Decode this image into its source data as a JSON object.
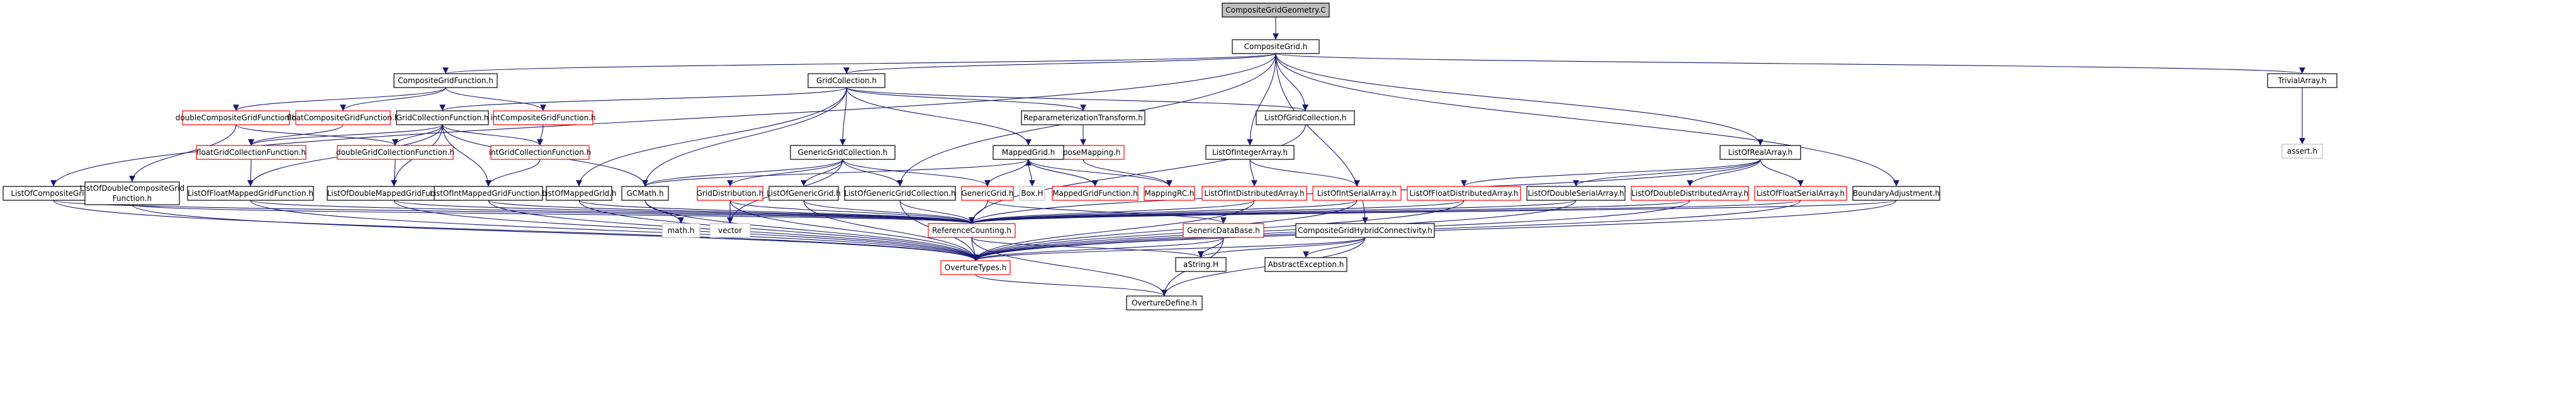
{
  "colors": {
    "background": "#ffffff",
    "edge": "#191970",
    "node_fill": "#ffffff",
    "root_fill": "#bfbfbf",
    "border_black": "#000000",
    "border_red": "#ff0000",
    "border_grey": "#bfbfbf",
    "text": "#000000"
  },
  "nodes": [
    {
      "id": "CompositeGridGeometry_C",
      "label": "CompositeGridGeometry.C",
      "style": "root"
    },
    {
      "id": "CompositeGrid_h",
      "label": "CompositeGrid.h",
      "style": "black"
    },
    {
      "id": "CompositeGridFunction_h",
      "label": "CompositeGridFunction.h",
      "style": "black"
    },
    {
      "id": "GridCollection_h",
      "label": "GridCollection.h",
      "style": "black"
    },
    {
      "id": "TrivialArray_h",
      "label": "TrivialArray.h",
      "style": "black"
    },
    {
      "id": "doubleCompositeGridFunction_h",
      "label": "doubleCompositeGridFunction.h",
      "style": "red"
    },
    {
      "id": "floatCompositeGridFunction_h",
      "label": "floatCompositeGridFunction.h",
      "style": "red"
    },
    {
      "id": "intCompositeGridFunction_h",
      "label": "intCompositeGridFunction.h",
      "style": "red"
    },
    {
      "id": "GridCollectionFunction_h",
      "label": "GridCollectionFunction.h",
      "style": "black"
    },
    {
      "id": "ReparameterizationTransform_h",
      "label": "ReparameterizationTransform.h",
      "style": "black"
    },
    {
      "id": "ListOfGridCollection_h",
      "label": "ListOfGridCollection.h",
      "style": "black"
    },
    {
      "id": "assert_h",
      "label": "assert.h",
      "style": "grey"
    },
    {
      "id": "floatGridCollectionFunction_h",
      "label": "floatGridCollectionFunction.h",
      "style": "red"
    },
    {
      "id": "doubleGridCollectionFunction_h",
      "label": "doubleGridCollectionFunction.h",
      "style": "red"
    },
    {
      "id": "intGridCollectionFunction_h",
      "label": "intGridCollectionFunction.h",
      "style": "red"
    },
    {
      "id": "ComposeMapping_h",
      "label": "ComposeMapping.h",
      "style": "red"
    },
    {
      "id": "GenericGridCollection_h",
      "label": "GenericGridCollection.h",
      "style": "black"
    },
    {
      "id": "MappedGrid_h",
      "label": "MappedGrid.h",
      "style": "black"
    },
    {
      "id": "ListOfIntegerArray_h",
      "label": "ListOfIntegerArray.h",
      "style": "black"
    },
    {
      "id": "ListOfRealArray_h",
      "label": "ListOfRealArray.h",
      "style": "black"
    },
    {
      "id": "ListOfCompositeGrid_h",
      "label": "ListOfCompositeGrid.h",
      "style": "black"
    },
    {
      "id": "ListOfDoubleCompositeGridFunction_h",
      "label": "ListOfDoubleCompositeGrid",
      "label2": "Function.h",
      "style": "black"
    },
    {
      "id": "ListOfFloatMappedGridFunction_h",
      "label": "ListOfFloatMappedGridFunction.h",
      "style": "black"
    },
    {
      "id": "ListOfDoubleMappedGridFunction_h",
      "label": "ListOfDoubleMappedGridFunction.h",
      "style": "black"
    },
    {
      "id": "ListOfIntMappedGridFunction_h",
      "label": "ListOfIntMappedGridFunction.h",
      "style": "black"
    },
    {
      "id": "ListOfMappedGrid_h",
      "label": "ListOfMappedGrid.h",
      "style": "black"
    },
    {
      "id": "GCMath_h",
      "label": "GCMath.h",
      "style": "black"
    },
    {
      "id": "GridDistribution_h",
      "label": "GridDistribution.h",
      "style": "red"
    },
    {
      "id": "ListOfGenericGrid_h",
      "label": "ListOfGenericGrid.h",
      "style": "black"
    },
    {
      "id": "ListOfGenericGridCollection_h",
      "label": "ListOfGenericGridCollection.h",
      "style": "black"
    },
    {
      "id": "GenericGrid_h",
      "label": "GenericGrid.h",
      "style": "red"
    },
    {
      "id": "Box_H",
      "label": "Box.H",
      "style": "grey"
    },
    {
      "id": "MappedGridFunction_h",
      "label": "MappedGridFunction.h",
      "style": "red"
    },
    {
      "id": "MappingRC_h",
      "label": "MappingRC.h",
      "style": "red"
    },
    {
      "id": "ListOfIntDistributedArray_h",
      "label": "ListOfIntDistributedArray.h",
      "style": "red"
    },
    {
      "id": "ListOfIntSerialArray_h",
      "label": "ListOfIntSerialArray.h",
      "style": "red"
    },
    {
      "id": "ListOfFloatDistributedArray_h",
      "label": "ListOfFloatDistributedArray.h",
      "style": "red"
    },
    {
      "id": "ListOfDoubleSerialArray_h",
      "label": "ListOfDoubleSerialArray.h",
      "style": "black"
    },
    {
      "id": "ListOfDoubleDistributedArray_h",
      "label": "ListOfDoubleDistributedArray.h",
      "style": "red"
    },
    {
      "id": "ListOfFloatSerialArray_h",
      "label": "ListOfFloatSerialArray.h",
      "style": "red"
    },
    {
      "id": "BoundaryAdjustment_h",
      "label": "BoundaryAdjustment.h",
      "style": "black"
    },
    {
      "id": "math_h",
      "label": "math.h",
      "style": "grey"
    },
    {
      "id": "vector",
      "label": "vector",
      "style": "grey"
    },
    {
      "id": "ReferenceCounting_h",
      "label": "ReferenceCounting.h",
      "style": "red"
    },
    {
      "id": "GenericDataBase_h",
      "label": "GenericDataBase.h",
      "style": "red"
    },
    {
      "id": "CompositeGridHybridConnectivity_h",
      "label": "CompositeGridHybridConnectivity.h",
      "style": "black"
    },
    {
      "id": "aString_H",
      "label": "aString.H",
      "style": "black"
    },
    {
      "id": "AbstractException_h",
      "label": "AbstractException.h",
      "style": "black"
    },
    {
      "id": "OvertureTypes_h",
      "label": "OvertureTypes.h",
      "style": "red"
    },
    {
      "id": "OvertureDefine_h",
      "label": "OvertureDefine.h",
      "style": "black"
    }
  ],
  "edges": [
    [
      "CompositeGridGeometry_C",
      "CompositeGrid_h"
    ],
    [
      "CompositeGrid_h",
      "CompositeGridFunction_h"
    ],
    [
      "CompositeGrid_h",
      "GridCollection_h"
    ],
    [
      "CompositeGrid_h",
      "TrivialArray_h"
    ],
    [
      "CompositeGrid_h",
      "ListOfCompositeGrid_h"
    ],
    [
      "CompositeGrid_h",
      "ListOfGridCollection_h"
    ],
    [
      "CompositeGrid_h",
      "ListOfIntegerArray_h"
    ],
    [
      "CompositeGrid_h",
      "ListOfRealArray_h"
    ],
    [
      "CompositeGrid_h",
      "ListOfGenericGridCollection_h"
    ],
    [
      "CompositeGrid_h",
      "BoundaryAdjustment_h"
    ],
    [
      "CompositeGrid_h",
      "CompositeGridHybridConnectivity_h"
    ],
    [
      "CompositeGridFunction_h",
      "doubleCompositeGridFunction_h"
    ],
    [
      "CompositeGridFunction_h",
      "floatCompositeGridFunction_h"
    ],
    [
      "CompositeGridFunction_h",
      "intCompositeGridFunction_h"
    ],
    [
      "doubleCompositeGridFunction_h",
      "ListOfDoubleCompositeGridFunction_h"
    ],
    [
      "doubleCompositeGridFunction_h",
      "doubleGridCollectionFunction_h"
    ],
    [
      "floatCompositeGridFunction_h",
      "floatGridCollectionFunction_h"
    ],
    [
      "intCompositeGridFunction_h",
      "intGridCollectionFunction_h"
    ],
    [
      "GridCollection_h",
      "GridCollectionFunction_h"
    ],
    [
      "GridCollection_h",
      "ReparameterizationTransform_h"
    ],
    [
      "GridCollection_h",
      "ListOfGridCollection_h"
    ],
    [
      "GridCollection_h",
      "GenericGridCollection_h"
    ],
    [
      "GridCollection_h",
      "MappedGrid_h"
    ],
    [
      "GridCollection_h",
      "ListOfMappedGrid_h"
    ],
    [
      "GridCollection_h",
      "GCMath_h"
    ],
    [
      "GridCollectionFunction_h",
      "floatGridCollectionFunction_h"
    ],
    [
      "GridCollectionFunction_h",
      "doubleGridCollectionFunction_h"
    ],
    [
      "GridCollectionFunction_h",
      "intGridCollectionFunction_h"
    ],
    [
      "GridCollectionFunction_h",
      "ListOfFloatMappedGridFunction_h"
    ],
    [
      "GridCollectionFunction_h",
      "ListOfDoubleMappedGridFunction_h"
    ],
    [
      "GridCollectionFunction_h",
      "ListOfIntMappedGridFunction_h"
    ],
    [
      "GridCollectionFunction_h",
      "GCMath_h"
    ],
    [
      "floatGridCollectionFunction_h",
      "ListOfFloatMappedGridFunction_h"
    ],
    [
      "doubleGridCollectionFunction_h",
      "ListOfDoubleMappedGridFunction_h"
    ],
    [
      "intGridCollectionFunction_h",
      "ListOfIntMappedGridFunction_h"
    ],
    [
      "ReparameterizationTransform_h",
      "ComposeMapping_h"
    ],
    [
      "ComposeMapping_h",
      "MappingRC_h"
    ],
    [
      "TrivialArray_h",
      "assert_h"
    ],
    [
      "GenericGridCollection_h",
      "GCMath_h"
    ],
    [
      "GenericGridCollection_h",
      "GridDistribution_h"
    ],
    [
      "GenericGridCollection_h",
      "ListOfGenericGrid_h"
    ],
    [
      "GenericGridCollection_h",
      "ListOfGenericGridCollection_h"
    ],
    [
      "GenericGridCollection_h",
      "GenericGrid_h"
    ],
    [
      "GenericGridCollection_h",
      "vector"
    ],
    [
      "MappedGrid_h",
      "GCMath_h"
    ],
    [
      "MappedGrid_h",
      "GenericGrid_h"
    ],
    [
      "MappedGrid_h",
      "Box_H"
    ],
    [
      "MappedGrid_h",
      "MappedGridFunction_h"
    ],
    [
      "MappedGrid_h",
      "MappingRC_h"
    ],
    [
      "MappedGridFunction_h",
      "MappedGrid_h"
    ],
    [
      "ListOfIntegerArray_h",
      "ListOfIntDistributedArray_h"
    ],
    [
      "ListOfIntegerArray_h",
      "ListOfIntSerialArray_h"
    ],
    [
      "ListOfRealArray_h",
      "ListOfFloatDistributedArray_h"
    ],
    [
      "ListOfRealArray_h",
      "ListOfDoubleSerialArray_h"
    ],
    [
      "ListOfRealArray_h",
      "ListOfDoubleDistributedArray_h"
    ],
    [
      "ListOfRealArray_h",
      "ListOfFloatSerialArray_h"
    ],
    [
      "ListOfRealArray_h",
      "ReferenceCounting_h"
    ],
    [
      "ListOfGridCollection_h",
      "ReferenceCounting_h"
    ],
    [
      "ListOfCompositeGrid_h",
      "ReferenceCounting_h"
    ],
    [
      "ListOfCompositeGrid_h",
      "OvertureTypes_h"
    ],
    [
      "ListOfDoubleCompositeGridFunction_h",
      "ReferenceCounting_h"
    ],
    [
      "ListOfDoubleCompositeGridFunction_h",
      "OvertureTypes_h"
    ],
    [
      "ListOfFloatMappedGridFunction_h",
      "ReferenceCounting_h"
    ],
    [
      "ListOfFloatMappedGridFunction_h",
      "OvertureTypes_h"
    ],
    [
      "ListOfDoubleMappedGridFunction_h",
      "ReferenceCounting_h"
    ],
    [
      "ListOfDoubleMappedGridFunction_h",
      "OvertureTypes_h"
    ],
    [
      "ListOfIntMappedGridFunction_h",
      "ReferenceCounting_h"
    ],
    [
      "ListOfIntMappedGridFunction_h",
      "OvertureTypes_h"
    ],
    [
      "ListOfMappedGrid_h",
      "ReferenceCounting_h"
    ],
    [
      "ListOfMappedGrid_h",
      "OvertureTypes_h"
    ],
    [
      "GCMath_h",
      "math_h"
    ],
    [
      "GCMath_h",
      "OvertureTypes_h"
    ],
    [
      "GridDistribution_h",
      "vector"
    ],
    [
      "GridDistribution_h",
      "ReferenceCounting_h"
    ],
    [
      "GridDistribution_h",
      "OvertureTypes_h"
    ],
    [
      "ListOfGenericGrid_h",
      "ReferenceCounting_h"
    ],
    [
      "ListOfGenericGrid_h",
      "OvertureTypes_h"
    ],
    [
      "ListOfGenericGridCollection_h",
      "ReferenceCounting_h"
    ],
    [
      "ListOfGenericGridCollection_h",
      "OvertureTypes_h"
    ],
    [
      "GenericGrid_h",
      "ReferenceCounting_h"
    ],
    [
      "GenericGrid_h",
      "GenericDataBase_h"
    ],
    [
      "ListOfIntDistributedArray_h",
      "ReferenceCounting_h"
    ],
    [
      "ListOfIntDistributedArray_h",
      "OvertureTypes_h"
    ],
    [
      "ListOfIntSerialArray_h",
      "ReferenceCounting_h"
    ],
    [
      "ListOfIntSerialArray_h",
      "OvertureTypes_h"
    ],
    [
      "ListOfFloatDistributedArray_h",
      "ReferenceCounting_h"
    ],
    [
      "ListOfFloatDistributedArray_h",
      "OvertureTypes_h"
    ],
    [
      "ListOfDoubleSerialArray_h",
      "ReferenceCounting_h"
    ],
    [
      "ListOfDoubleSerialArray_h",
      "OvertureTypes_h"
    ],
    [
      "ListOfDoubleDistributedArray_h",
      "ReferenceCounting_h"
    ],
    [
      "ListOfDoubleDistributedArray_h",
      "OvertureTypes_h"
    ],
    [
      "ListOfFloatSerialArray_h",
      "ReferenceCounting_h"
    ],
    [
      "ListOfFloatSerialArray_h",
      "OvertureTypes_h"
    ],
    [
      "BoundaryAdjustment_h",
      "ReferenceCounting_h"
    ],
    [
      "BoundaryAdjustment_h",
      "OvertureTypes_h"
    ],
    [
      "ReferenceCounting_h",
      "OvertureTypes_h"
    ],
    [
      "ReferenceCounting_h",
      "aString_H"
    ],
    [
      "ReferenceCounting_h",
      "OvertureDefine_h"
    ],
    [
      "GenericDataBase_h",
      "OvertureTypes_h"
    ],
    [
      "GenericDataBase_h",
      "aString_H"
    ],
    [
      "GenericDataBase_h",
      "OvertureDefine_h"
    ],
    [
      "CompositeGridHybridConnectivity_h",
      "OvertureTypes_h"
    ],
    [
      "CompositeGridHybridConnectivity_h",
      "aString_H"
    ],
    [
      "CompositeGridHybridConnectivity_h",
      "AbstractException_h"
    ],
    [
      "CompositeGridHybridConnectivity_h",
      "OvertureDefine_h"
    ],
    [
      "OvertureTypes_h",
      "OvertureDefine_h"
    ]
  ]
}
